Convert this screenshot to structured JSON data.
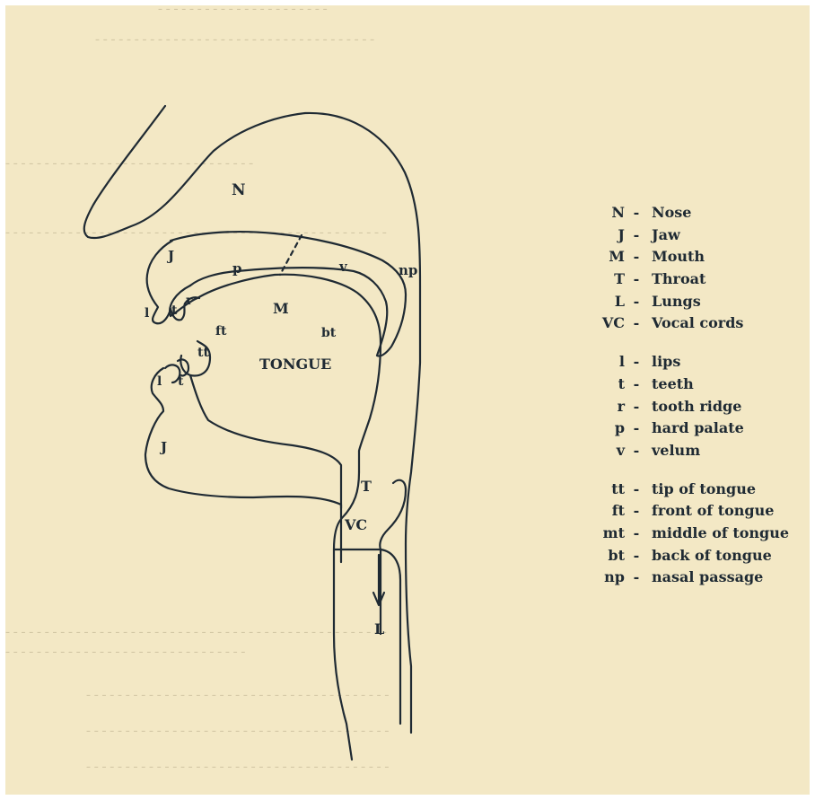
{
  "diagram_labels": {
    "nose": "N",
    "jaw_upper": "J",
    "jaw_lower": "J",
    "hard_palate": "p",
    "velum": "v",
    "nasal_passage": "np",
    "mouth": "M",
    "lips_upper": "l",
    "teeth_upper": "t",
    "tooth_ridge": "r",
    "front_of_tongue": "ft",
    "back_of_tongue": "bt",
    "tip_of_tongue": "tt",
    "tongue": "TONGUE",
    "lips_lower": "l",
    "teeth_lower": "t",
    "throat": "T",
    "vocal_cords": "VC",
    "lungs": "L"
  },
  "legend": {
    "groups": [
      [
        {
          "code": "N",
          "term": "Nose"
        },
        {
          "code": "J",
          "term": "Jaw"
        },
        {
          "code": "M",
          "term": "Mouth"
        },
        {
          "code": "T",
          "term": "Throat"
        },
        {
          "code": "L",
          "term": "Lungs"
        },
        {
          "code": "VC",
          "term": "Vocal cords"
        }
      ],
      [
        {
          "code": "l",
          "term": "lips"
        },
        {
          "code": "t",
          "term": "teeth"
        },
        {
          "code": "r",
          "term": "tooth ridge"
        },
        {
          "code": "p",
          "term": "hard palate"
        },
        {
          "code": "v",
          "term": "velum"
        }
      ],
      [
        {
          "code": "tt",
          "term": "tip of tongue"
        },
        {
          "code": "ft",
          "term": "front of tongue"
        },
        {
          "code": "mt",
          "term": "middle of tongue"
        },
        {
          "code": "bt",
          "term": "back of tongue"
        },
        {
          "code": "np",
          "term": "nasal passage"
        }
      ]
    ]
  },
  "colors": {
    "paper": "#f3e8c5",
    "ink": "#1f2a33"
  }
}
